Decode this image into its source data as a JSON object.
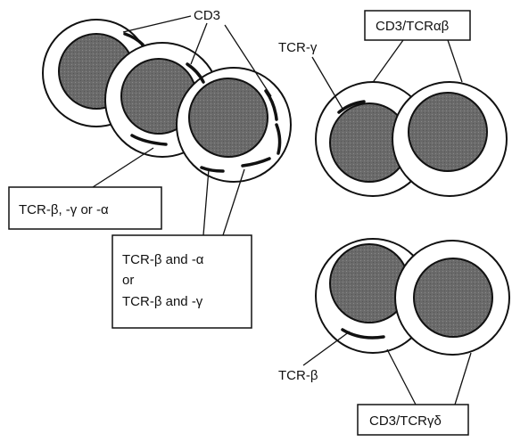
{
  "labels": {
    "cd3": "CD3",
    "tcr_b_g_or_a": "TCR-β, -γ or  -α",
    "box_b_and_a": "TCR-β and -α",
    "box_or": "or",
    "box_b_and_g": "TCR-β and -γ",
    "tcr_gamma": "TCR-γ",
    "cd3_tcr_ab": "CD3/TCRαβ",
    "tcr_beta": "TCR-β",
    "cd3_tcr_gd": "CD3/TCRγδ"
  },
  "colors": {
    "line": "#111111",
    "nucleus": "#6e6e6e",
    "background": "#ffffff"
  }
}
